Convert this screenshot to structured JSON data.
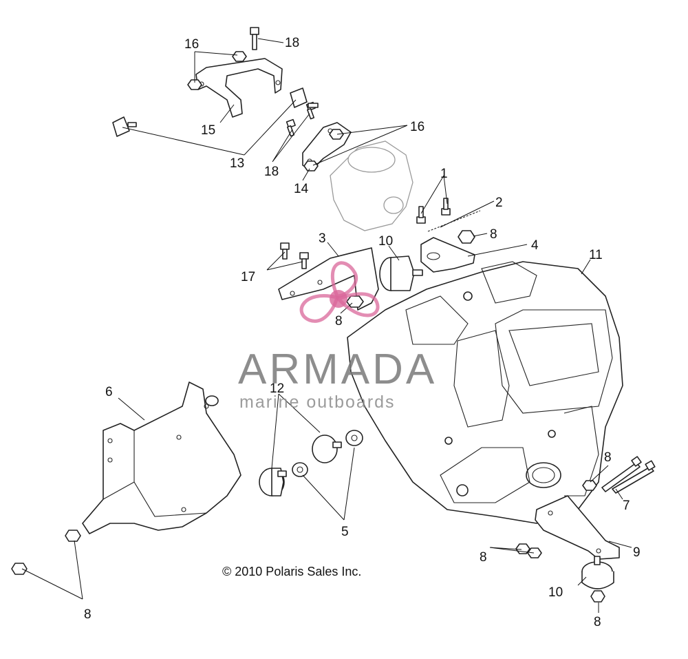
{
  "callouts": {
    "c1": "1",
    "c2": "2",
    "c3": "3",
    "c4": "4",
    "c5": "5",
    "c6": "6",
    "c7": "7",
    "c8_a": "8",
    "c8_b": "8",
    "c8_c": "8",
    "c8_d": "8",
    "c8_e": "8",
    "c8_f": "8",
    "c9": "9",
    "c10_a": "10",
    "c10_b": "10",
    "c11": "11",
    "c12": "12",
    "c13": "13",
    "c14": "14",
    "c15": "15",
    "c16_a": "16",
    "c16_b": "16",
    "c17": "17",
    "c18_a": "18",
    "c18_b": "18"
  },
  "copyright": "© 2010 Polaris Sales Inc.",
  "watermark": {
    "brand": "ARMADA",
    "tagline": "marine outboards",
    "color": "#d9679a"
  }
}
